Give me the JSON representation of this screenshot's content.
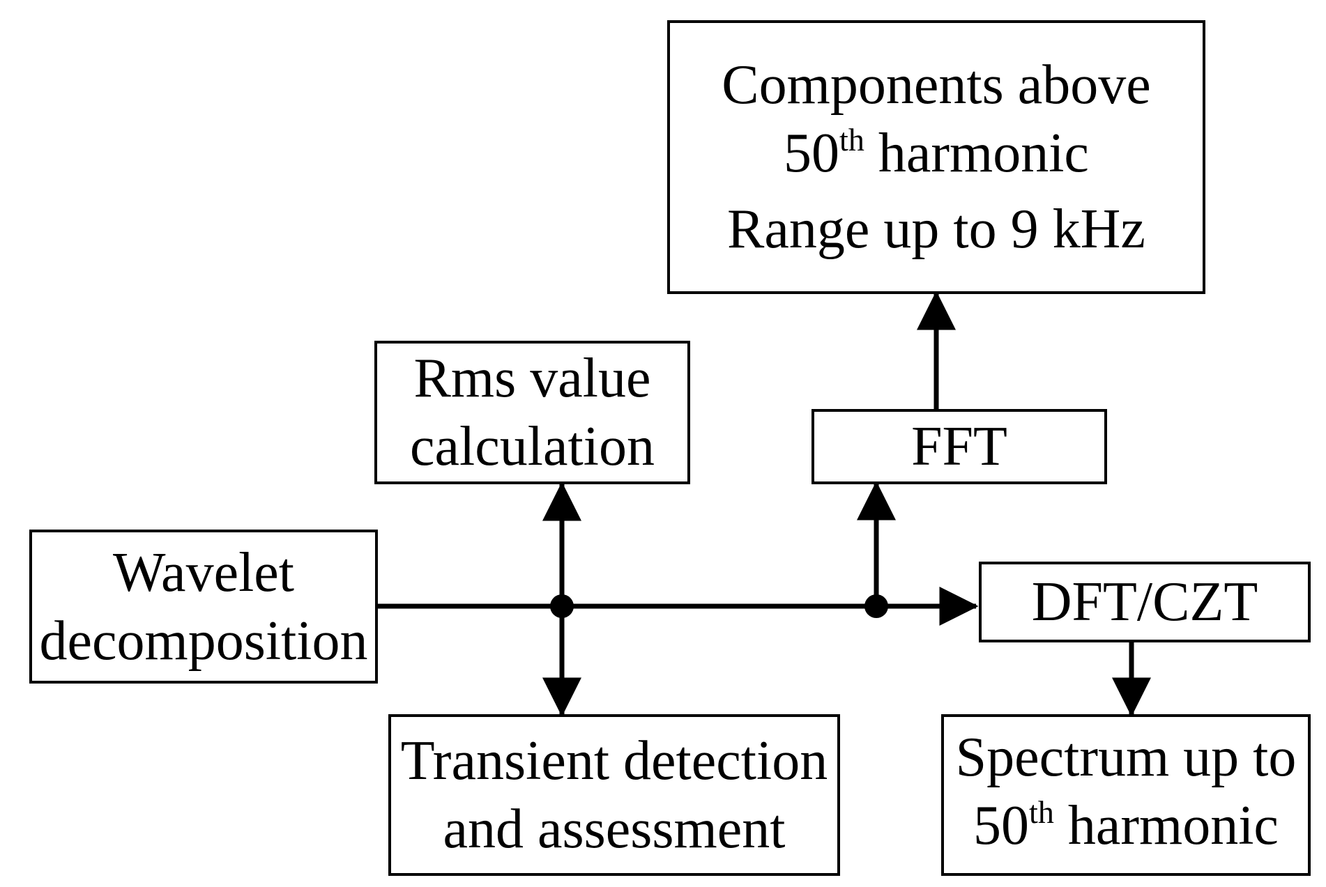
{
  "nodes": {
    "components": {
      "line1": "Components above",
      "line2_prefix": "50",
      "line2_sup": "th",
      "line2_suffix": " harmonic",
      "line3": "Range up to 9 kHz"
    },
    "rms": {
      "line1": "Rms value",
      "line2": "calculation"
    },
    "fft": {
      "label": "FFT"
    },
    "wavelet": {
      "line1": "Wavelet",
      "line2": "decomposition"
    },
    "dft": {
      "label": "DFT/CZT"
    },
    "transient": {
      "line1": "Transient detection",
      "line2": "and assessment"
    },
    "spectrum": {
      "line1": "Spectrum up to",
      "line2_prefix": "50",
      "line2_sup": "th",
      "line2_suffix": " harmonic"
    }
  }
}
